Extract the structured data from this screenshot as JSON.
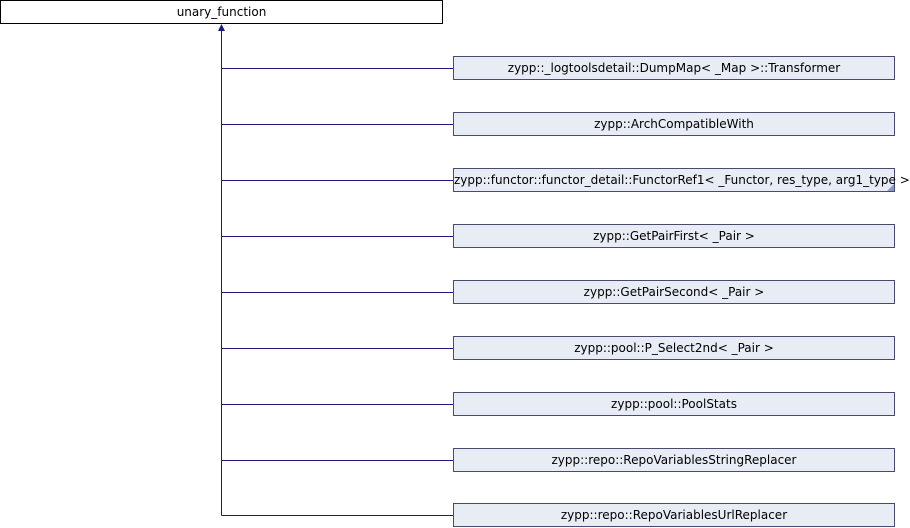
{
  "root": {
    "label": "unary_function"
  },
  "children": [
    {
      "label": "zypp::_logtoolsdetail::DumpMap< _Map >::Transformer"
    },
    {
      "label": "zypp::ArchCompatibleWith"
    },
    {
      "label": "zypp::functor::functor_detail::FunctorRef1< _Functor, res_type, arg1_type >"
    },
    {
      "label": "zypp::GetPairFirst< _Pair >"
    },
    {
      "label": "zypp::GetPairSecond< _Pair >"
    },
    {
      "label": "zypp::pool::P_Select2nd< _Pair >"
    },
    {
      "label": "zypp::pool::PoolStats"
    },
    {
      "label": "zypp::repo::RepoVariablesStringReplacer"
    },
    {
      "label": "zypp::repo::RepoVariablesUrlReplacer"
    }
  ],
  "colors": {
    "edge": "#1a1a80",
    "child_fill": "#e8ecf5",
    "root_fill": "#ffffff"
  }
}
